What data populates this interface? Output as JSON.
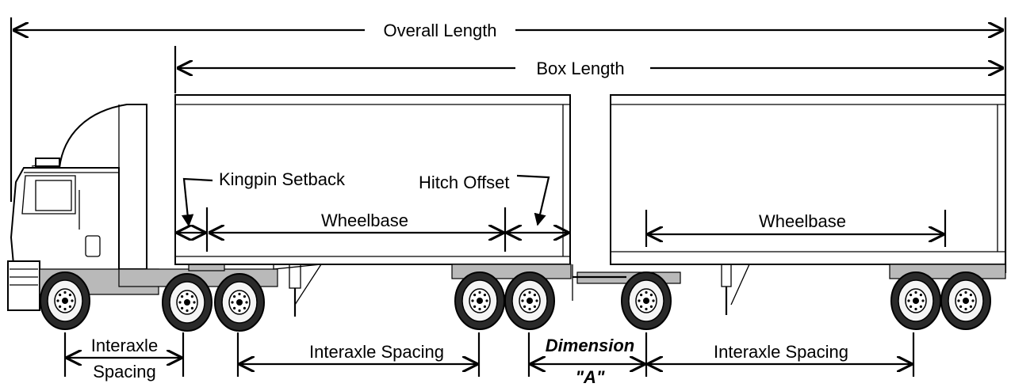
{
  "labels": {
    "overall_length": "Overall Length",
    "box_length": "Box Length",
    "kingpin_setback": "Kingpin Setback",
    "hitch_offset": "Hitch Offset",
    "wheelbase_1": "Wheelbase",
    "wheelbase_2": "Wheelbase",
    "interaxle_tractor_1": "Interaxle",
    "interaxle_tractor_2": "Spacing",
    "interaxle_trailer_1": "Interaxle Spacing",
    "dimension_a_1": "Dimension",
    "dimension_a_2": "\"A\"",
    "interaxle_trailer_2": "Interaxle Spacing"
  }
}
